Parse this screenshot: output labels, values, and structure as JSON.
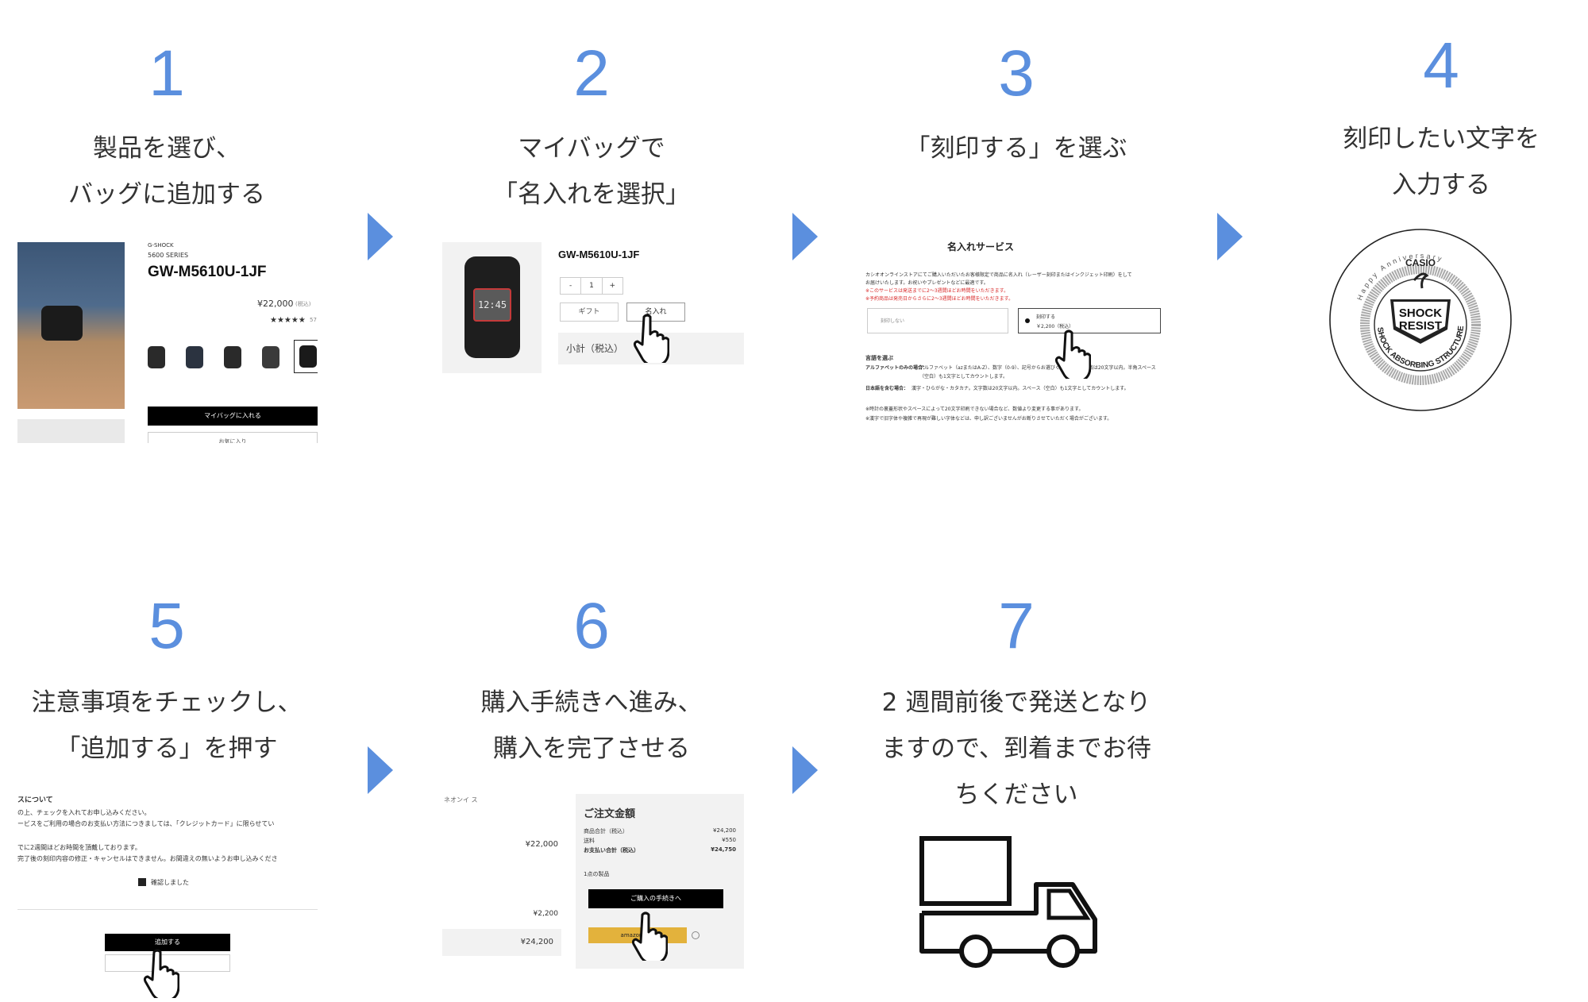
{
  "colors": {
    "accent": "#5b8fde",
    "text": "#333333",
    "red": "#d92a2a",
    "gold": "#e3b23c"
  },
  "steps": [
    {
      "num": "1",
      "lines": [
        "製品を選び、",
        "バッグに追加する"
      ]
    },
    {
      "num": "2",
      "lines": [
        "マイバッグで",
        "「名入れを選択」"
      ]
    },
    {
      "num": "3",
      "lines": [
        "「刻印する」を選ぶ"
      ]
    },
    {
      "num": "4",
      "lines": [
        "刻印したい文字を",
        "入力する"
      ]
    },
    {
      "num": "5",
      "lines": [
        "注意事項をチェックし、",
        "「追加する」を押す"
      ]
    },
    {
      "num": "6",
      "lines": [
        "購入手続きへ進み、",
        "購入を完了させる"
      ]
    },
    {
      "num": "7",
      "lines": [
        "2 週間前後で発送となり",
        "ますので、到着までお待",
        "ちください"
      ]
    }
  ],
  "s1": {
    "brand": "G-SHOCK",
    "series": "5600 SERIES",
    "model": "GW-M5610U-1JF",
    "price": "¥22,000",
    "tax": "(税込)",
    "stars": "★★★★★",
    "rating": "57",
    "bag_button": "マイバッグに入れる",
    "sub_button": "お気に入り"
  },
  "s2": {
    "model": "GW-M5610U-1JF",
    "qty_minus": "-",
    "qty": "1",
    "qty_plus": "+",
    "gift": "ギフト",
    "name": "名入れ",
    "subtotal": "小計（税込）",
    "watch_time": "12:45"
  },
  "s3": {
    "title": "名入れサービス",
    "desc1": "カシオオンラインストアにてご購入いただいたお客様限定で商品に名入れ（レーザー刻印またはインクジェット印刷）をして",
    "desc2": "お届けいたします。お祝いやプレゼントなどに最適です。",
    "note1": "※このサービスは発送までに2〜3週間ほどお時間をいただきます。",
    "note2": "※予約商品は発売日からさらに2〜3週間ほどお時間をいただきます。",
    "opt_no": "刻印しない",
    "opt_yes": "刻印する",
    "opt_price": "￥2,200（税込）",
    "lang": "言語を選ぶ",
    "alpha_label": "アルファベットのみの場合：",
    "alpha": "アルファベット（azまたはA-Z）、数字（0-9）、記号からお選びください。文字数は20文字以内。半角スペース（空白）も1文字としてカウントします。",
    "jp_label": "日本語を含む場合：",
    "jp": "漢字・ひらがな・カタカナ。文字数は20文字以内。スペース（空白）も1文字としてカウントします。",
    "n3": "※時計の裏蓋形状やスペースによって20文字印刷できない場合など、数値より変更する事があります。",
    "n4": "※漢字で旧字体や複雑で再現が難しい字体などは、申し訳ございませんがお断りさせていただく場合がございます。"
  },
  "s4": {
    "ring": "Happy Anniversary",
    "casio": "CASIO",
    "shock": "SHOCK",
    "resist": "RESIST",
    "structure": "SHOCK ABSORBING STRUCTURE"
  },
  "s5": {
    "title": "スについて",
    "l1": "の上、チェックを入れてお申し込みください。",
    "l2": "ービスをご利用の場合のお支払い方法につきましては、「クレジットカード」に限らせてい",
    "l3": "でに2週間ほどお時間を頂戴しております。",
    "l4": "完了後の刻印内容の修正・キャンセルはできません。お間違えの無いようお申し込みくださ",
    "check": "確認しました",
    "add": "追加する"
  },
  "s6": {
    "title": "ご注文金額",
    "r1l": "商品合計（税込）",
    "r1v": "¥24,200",
    "r2l": "送料",
    "r2v": "¥550",
    "r3l": "お支払い合計（税込）",
    "r3v": "¥24,750",
    "points": "1点の製品",
    "proceed": "ご購入の手続きへ",
    "left_top": "ネオンイ ス",
    "left_v1": "¥22,000",
    "left_v2": "¥2,200",
    "left_total": "¥24,200",
    "pay": "amazon pay"
  }
}
